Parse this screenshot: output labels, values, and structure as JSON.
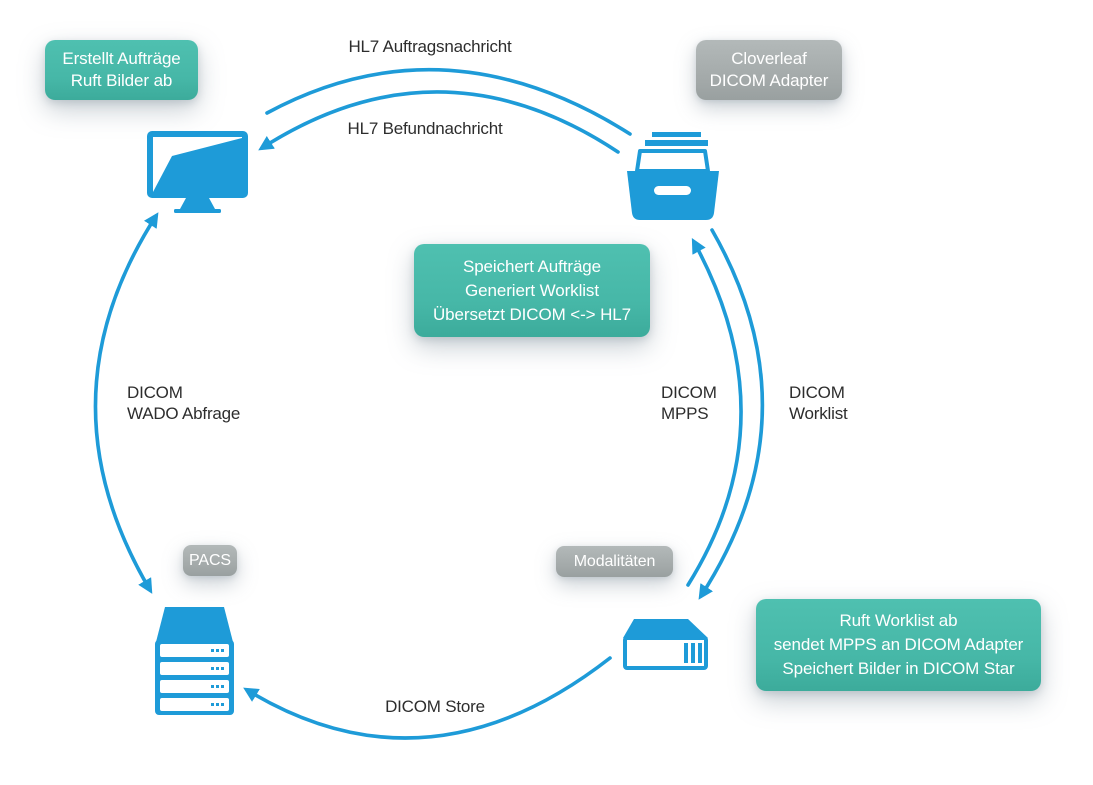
{
  "colors": {
    "blue": "#1E9BD8",
    "teal": "#49BBAB",
    "gray": "#A9AFAF",
    "ink": "#2D2D2D"
  },
  "badges": {
    "workstation": {
      "lines": [
        "Erstellt Aufträge",
        "Ruft Bilder ab"
      ]
    },
    "adapter": {
      "lines": [
        "Cloverleaf",
        "DICOM Adapter"
      ]
    },
    "pacs": {
      "lines": [
        "PACS"
      ]
    },
    "modality": {
      "lines": [
        "Modalitäten"
      ]
    }
  },
  "notes": {
    "adapter": {
      "lines": [
        "Speichert Aufträge",
        "Generiert Worklist",
        "Übersetzt DICOM <-> HL7"
      ]
    },
    "modality": {
      "lines": [
        "Ruft Worklist ab",
        "sendet MPPS an DICOM Adapter",
        "Speichert Bilder in DICOM Star"
      ]
    }
  },
  "edges": {
    "hl7_order": {
      "label": "HL7 Auftragsnachricht",
      "from": "workstation",
      "to": "adapter"
    },
    "hl7_report": {
      "label": "HL7 Befundnachricht",
      "from": "adapter",
      "to": "workstation"
    },
    "wado": {
      "lines": [
        "DICOM",
        "WADO Abfrage"
      ],
      "from": "workstation",
      "to": "pacs",
      "direction": "both"
    },
    "mpps": {
      "lines": [
        "DICOM",
        "MPPS"
      ],
      "from": "modality",
      "to": "adapter"
    },
    "worklist": {
      "lines": [
        "DICOM",
        "Worklist"
      ],
      "from": "adapter",
      "to": "modality"
    },
    "store": {
      "label": "DICOM Store",
      "from": "modality",
      "to": "pacs"
    }
  },
  "icons": {
    "workstation": "monitor-icon",
    "adapter": "inbox-drawer-icon",
    "pacs": "server-stack-icon",
    "modality": "modality-device-icon"
  }
}
